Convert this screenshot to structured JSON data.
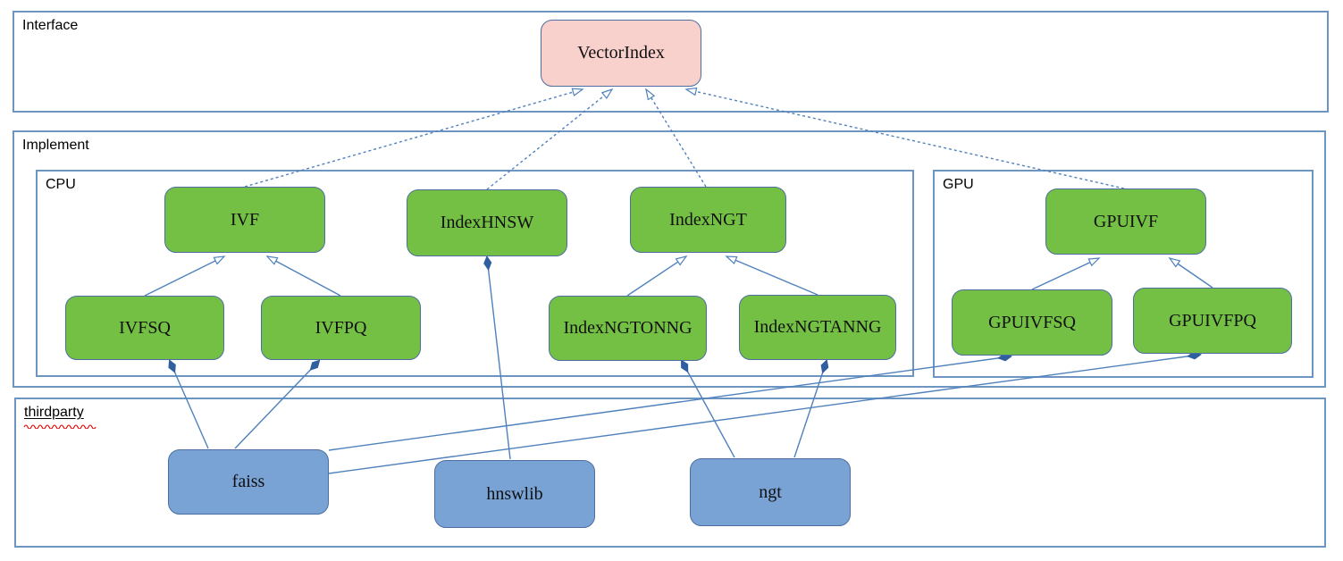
{
  "diagram": {
    "containers": {
      "interface": {
        "label": "Interface"
      },
      "implement": {
        "label": "Implement"
      },
      "cpu": {
        "label": "CPU"
      },
      "gpu": {
        "label": "GPU"
      },
      "thirdparty": {
        "label": "thirdparty",
        "spellcheck_underline": true
      }
    },
    "nodes": {
      "vectorindex": {
        "label": "VectorIndex",
        "kind": "interface"
      },
      "ivf": {
        "label": "IVF",
        "kind": "cpu-class"
      },
      "indexhnsw": {
        "label": "IndexHNSW",
        "kind": "cpu-class"
      },
      "indexngt": {
        "label": "IndexNGT",
        "kind": "cpu-class"
      },
      "ivfsq": {
        "label": "IVFSQ",
        "kind": "cpu-class"
      },
      "ivfpq": {
        "label": "IVFPQ",
        "kind": "cpu-class"
      },
      "indexngtonng": {
        "label": "IndexNGTONNG",
        "kind": "cpu-class"
      },
      "indexngtanng": {
        "label": "IndexNGTANNG",
        "kind": "cpu-class"
      },
      "gpuivf": {
        "label": "GPUIVF",
        "kind": "gpu-class"
      },
      "gpuivfsq": {
        "label": "GPUIVFSQ",
        "kind": "gpu-class"
      },
      "gpuivfpq": {
        "label": "GPUIVFPQ",
        "kind": "gpu-class"
      },
      "faiss": {
        "label": "faiss",
        "kind": "thirdparty-lib"
      },
      "hnswlib": {
        "label": "hnswlib",
        "kind": "thirdparty-lib"
      },
      "ngt": {
        "label": "ngt",
        "kind": "thirdparty-lib"
      }
    },
    "edges": [
      {
        "from": "IVF",
        "to": "VectorIndex",
        "type": "realization-dashed"
      },
      {
        "from": "IndexHNSW",
        "to": "VectorIndex",
        "type": "realization-dashed"
      },
      {
        "from": "IndexNGT",
        "to": "VectorIndex",
        "type": "realization-dashed"
      },
      {
        "from": "GPUIVF",
        "to": "VectorIndex",
        "type": "realization-dashed"
      },
      {
        "from": "IVFSQ",
        "to": "IVF",
        "type": "generalization"
      },
      {
        "from": "IVFPQ",
        "to": "IVF",
        "type": "generalization"
      },
      {
        "from": "IndexNGTONNG",
        "to": "IndexNGT",
        "type": "generalization"
      },
      {
        "from": "IndexNGTANNG",
        "to": "IndexNGT",
        "type": "generalization"
      },
      {
        "from": "GPUIVFSQ",
        "to": "GPUIVF",
        "type": "generalization"
      },
      {
        "from": "GPUIVFPQ",
        "to": "GPUIVF",
        "type": "generalization"
      },
      {
        "from": "IVFSQ",
        "to": "faiss",
        "type": "composition"
      },
      {
        "from": "IVFPQ",
        "to": "faiss",
        "type": "composition"
      },
      {
        "from": "GPUIVFSQ",
        "to": "faiss",
        "type": "composition"
      },
      {
        "from": "GPUIVFPQ",
        "to": "faiss",
        "type": "composition"
      },
      {
        "from": "IndexHNSW",
        "to": "hnswlib",
        "type": "composition"
      },
      {
        "from": "IndexNGTONNG",
        "to": "ngt",
        "type": "composition"
      },
      {
        "from": "IndexNGTANNG",
        "to": "ngt",
        "type": "composition"
      }
    ],
    "colors": {
      "interface_fill": "#f8d0cc",
      "class_fill": "#74c045",
      "library_fill": "#79a3d5",
      "node_border": "#4d6f9f",
      "container_border": "#6d95c2",
      "edge": "#4f81bd",
      "diamond_fill": "#2f5f9e",
      "spellcheck_underline": "#e00000"
    }
  }
}
